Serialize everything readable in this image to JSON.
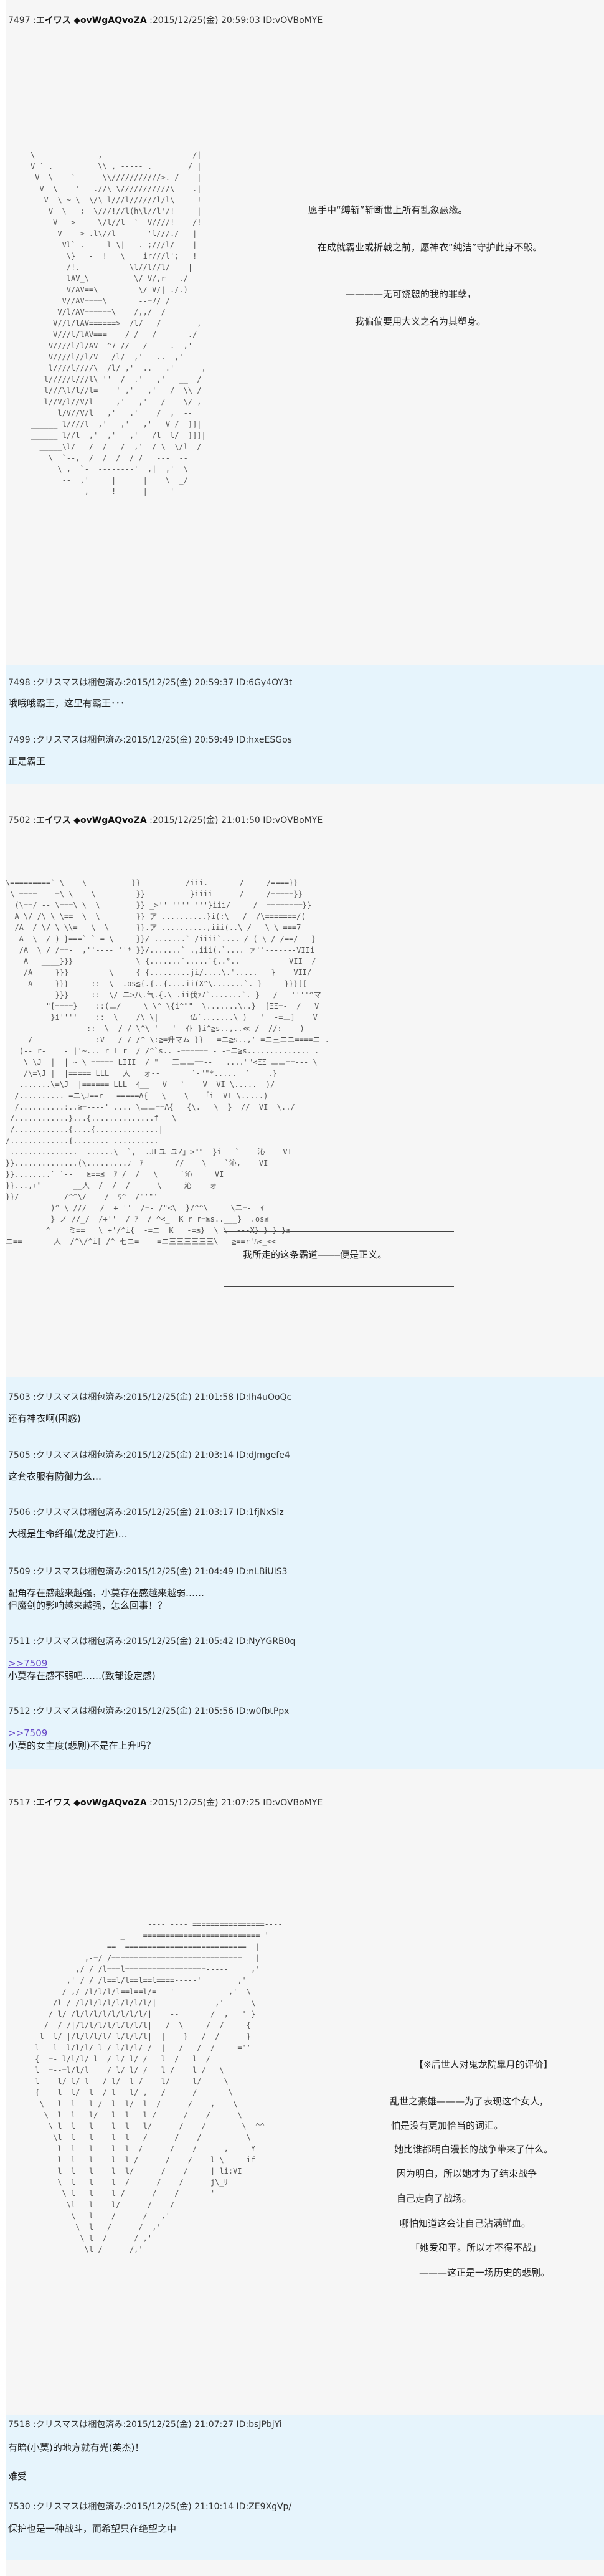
{
  "posts": [
    {
      "num": "7497",
      "name": "エイワス",
      "trip": "◆ovWgAQvoZA",
      "date": "2015/12/25(金) 20:59:03",
      "id": "ID:vOVBoMYE",
      "aa_lines": [
        "愿手中“缚斩”斩断世上所有乱象恶缘。",
        "在成就霸业或折戟之前，愿神衣“纯洁”守护此身不毁。",
        "————无可饶恕的我的罪孽，",
        "我偏偏要用大义之名为其塑身。"
      ]
    },
    {
      "num": "7498",
      "name": "クリスマスは梱包済み",
      "date": "2015/12/25(金) 20:59:37",
      "id": "ID:6Gy4OY3t",
      "body": "哦哦哦霸王，这里有霸王･･･"
    },
    {
      "num": "7499",
      "name": "クリスマスは梱包済み",
      "date": "2015/12/25(金) 20:59:49",
      "id": "ID:hxeESGos",
      "body": "正是霸王"
    },
    {
      "num": "7502",
      "name": "エイワス",
      "trip": "◆ovWgAQvoZA",
      "date": "2015/12/25(金) 21:01:50",
      "id": "ID:vOVBoMYE",
      "aa_lines": [
        "我所走的这条霸道————便是正义。"
      ]
    },
    {
      "num": "7503",
      "name": "クリスマスは梱包済み",
      "date": "2015/12/25(金) 21:01:58",
      "id": "ID:Ih4uOoQc",
      "body": "还有神衣啊(困惑)"
    },
    {
      "num": "7505",
      "name": "クリスマスは梱包済み",
      "date": "2015/12/25(金) 21:03:14",
      "id": "ID:dJmgefe4",
      "body": "这套衣服有防御力么…"
    },
    {
      "num": "7506",
      "name": "クリスマスは梱包済み",
      "date": "2015/12/25(金) 21:03:17",
      "id": "ID:1fjNxSlz",
      "body": "大概是生命纤维(龙皮打造)…"
    },
    {
      "num": "7509",
      "name": "クリスマスは梱包済み",
      "date": "2015/12/25(金) 21:04:49",
      "id": "ID:nLBiUIS3",
      "body": "配角存在感越来越强，小莫存在感越来越弱……",
      "body2": "但魔剑的影响越来越强，怎么回事！？"
    },
    {
      "num": "7511",
      "name": "クリスマスは梱包済み",
      "date": "2015/12/25(金) 21:05:42",
      "id": "ID:NyYGRB0q",
      "reply": ">>7509",
      "body": "小莫存在感不弱吧……(致郁设定感)"
    },
    {
      "num": "7512",
      "name": "クリスマスは梱包済み",
      "date": "2015/12/25(金) 21:05:56",
      "id": "ID:w0fbtPpx",
      "reply": ">>7509",
      "body": "小莫的女主度(悲剧)不是在上升吗？"
    },
    {
      "num": "7517",
      "name": "エイワス",
      "trip": "◆ovWgAQvoZA",
      "date": "2015/12/25(金) 21:07:25",
      "id": "ID:vOVBoMYE",
      "aa_lines": [
        "【※后世人对鬼龙院皐月的评价】",
        "乱世之豪雄———为了表现这个女人，",
        "怕是没有更加恰当的词汇。",
        "她比谁都明白漫长的战争带来了什么。",
        "因为明白，所以她才为了结束战争",
        "自己走向了战场。",
        "哪怕知道这会让自己沾满鲜血。",
        "「她爱和平。所以才不得不战」",
        "———这正是一场历史的悲剧。"
      ]
    },
    {
      "num": "7518",
      "name": "クリスマスは梱包済み",
      "date": "2015/12/25(金) 21:07:27",
      "id": "ID:bsJPbjYi",
      "body": "有暗(小莫)的地方就有光(英杰)！",
      "body2": "难受"
    },
    {
      "num": "7530",
      "name": "クリスマスは梱包済み",
      "date": "2015/12/25(金) 21:10:14",
      "id": "ID:ZE9XgVp/",
      "body": "保护也是一种战斗，而希望只在绝望之中"
    }
  ],
  "colors": {
    "page": "#f6f6f6",
    "reply_bg": "#e6f4fc",
    "link": "#6a4cc9"
  }
}
